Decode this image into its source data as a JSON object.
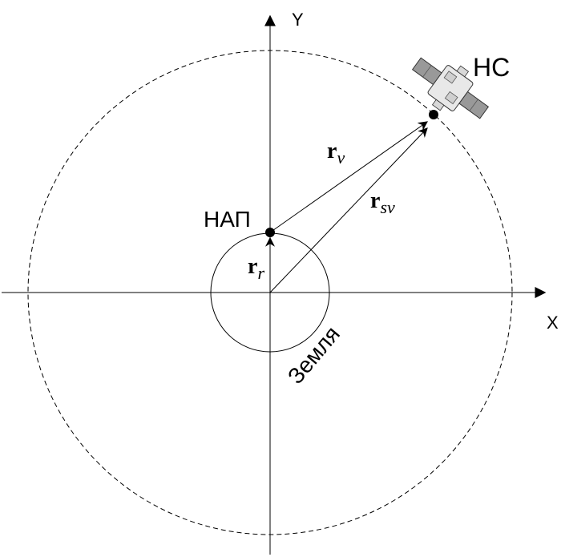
{
  "axes": {
    "x_label": "X",
    "y_label": "Y"
  },
  "labels": {
    "receiver": "НАП",
    "satellite": "НС",
    "earth": "Земля"
  },
  "vectors": {
    "r_r": {
      "base": "r",
      "sub": "r"
    },
    "r_v": {
      "base": "r",
      "sub": "v"
    },
    "r_sv": {
      "base": "r",
      "sub": "sv"
    }
  },
  "icons": {
    "satellite": "satellite-icon"
  }
}
